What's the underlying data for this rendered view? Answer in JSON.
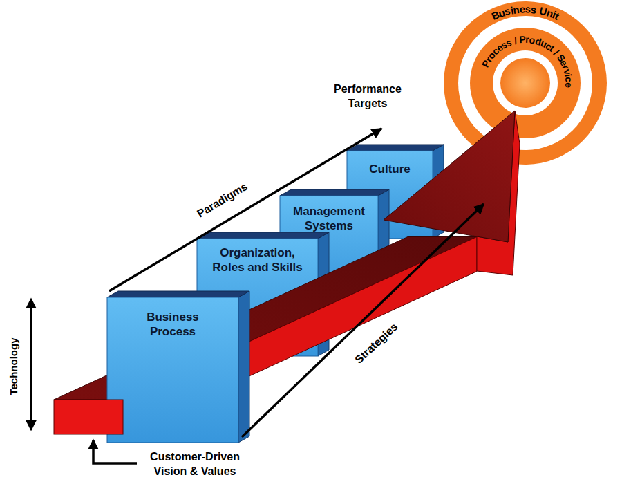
{
  "diagram": {
    "nodes": [
      {
        "text": [
          "Business Process"
        ]
      },
      {
        "text": [
          "Organization, Roles and Skills"
        ]
      },
      {
        "text": [
          "Management Systems"
        ]
      },
      {
        "text": [
          "Culture"
        ]
      },
      {
        "text": [
          "Business Unit"
        ]
      },
      {
        "text": [
          "Process / Product / Service"
        ],
        "in": 4
      }
    ],
    "labels": [
      "Performance Targets",
      "Paradigms",
      "Strategies",
      "Technology",
      "Customer-Driven Vision & Values"
    ]
  }
}
